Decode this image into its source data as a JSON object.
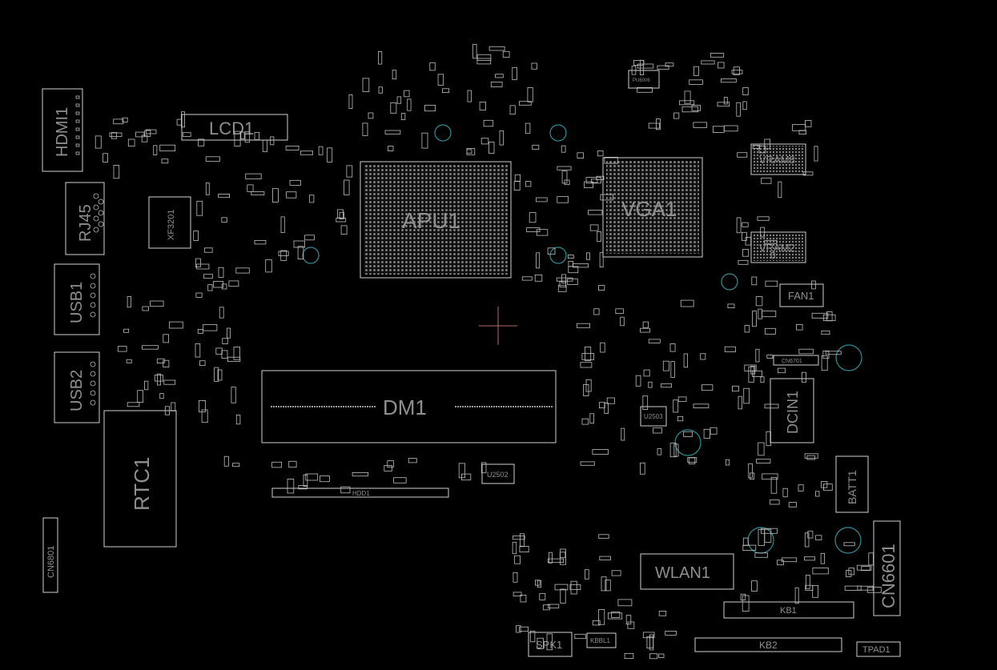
{
  "board": {
    "background": "#000000",
    "outline_color": "#cfcfcf",
    "label_color": "#8f8f8f",
    "hole_color": "#2f8f96",
    "cursor_color": "#b56d6d"
  },
  "components": {
    "hdmi": "HDMI1",
    "lcd": "LCD1",
    "rj45": "RJ45",
    "xf": "XF3201",
    "usb1": "USB1",
    "usb2": "USB2",
    "rtc": "RTC1",
    "cn6801": "CN6801",
    "apu": "APU1",
    "vga": "VGA1",
    "vram8": "VRAM8",
    "vram2": "VRAM2",
    "fan": "FAN1",
    "dm": "DM1",
    "hdd": "HDD1",
    "u2502": "U2502",
    "u2503": "U2503",
    "dcin": "DCIN1",
    "batt": "BATT1",
    "wlan": "WLAN1",
    "kb1": "KB1",
    "kb2": "KB2",
    "spk": "SPK1",
    "kbbl": "KBBL1",
    "tpad": "TPAD1",
    "cn6601": "CN6601",
    "cn6701": "CN6701",
    "pu6006": "PU6006"
  }
}
